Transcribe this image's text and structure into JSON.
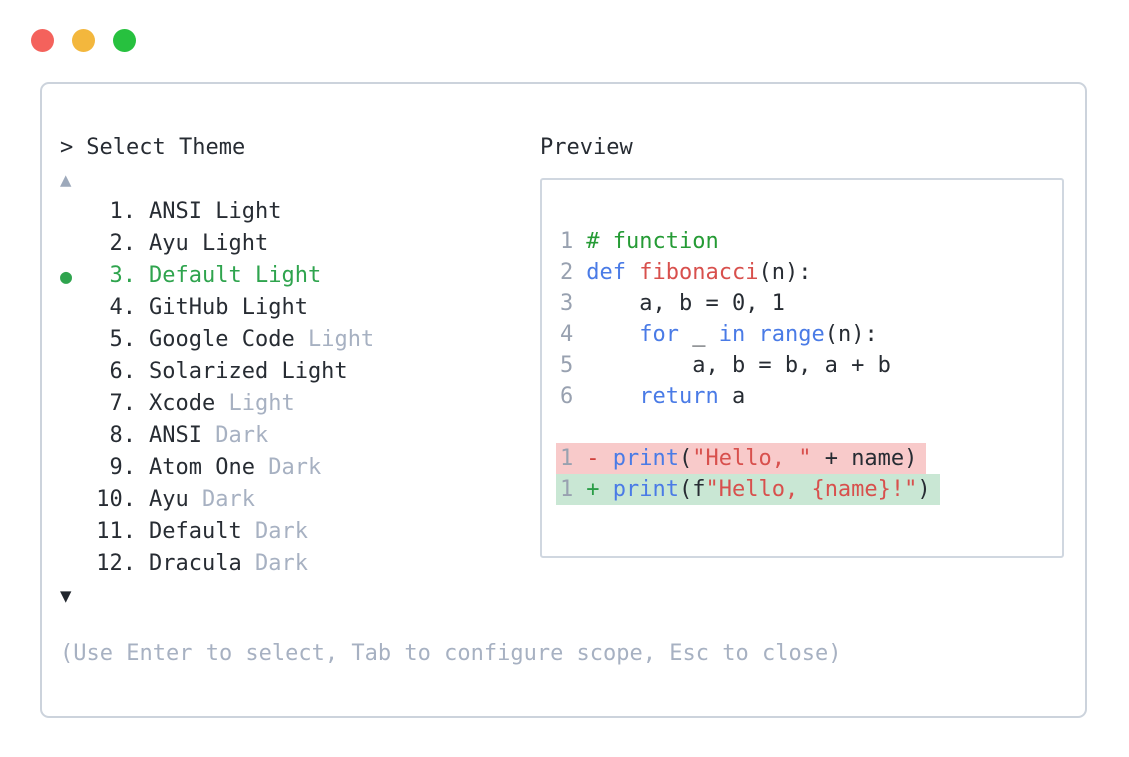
{
  "colors": {
    "background": "#ffffff",
    "text": "#272c33",
    "muted": "#a7b1c2",
    "line_number": "#98a1b0",
    "keyword": "#4a7be6",
    "function_red": "#d8504d",
    "string_red": "#d8504d",
    "comment_green": "#259b35",
    "selected_green": "#2fa44e",
    "diff_del_bg": "#f8caca",
    "diff_add_bg": "#c9e7d4",
    "diff_del_sign": "#d0403c",
    "diff_add_sign": "#2a9d47",
    "panel_border": "#ccd3dc",
    "preview_border": "#d0d7e0",
    "traffic_red": "#f4625c",
    "traffic_yellow": "#f3b73d",
    "traffic_green": "#27c13f",
    "scroll_up_arrow": "#9da9bb",
    "scroll_down_arrow": "#22272e"
  },
  "selector": {
    "prompt": ">",
    "title": "Select Theme",
    "up_arrow": "▲",
    "down_arrow": "▼",
    "selected_marker": "●",
    "hint": "(Use Enter to select, Tab to configure scope, Esc to close)",
    "items": [
      {
        "number": "1.",
        "name": "ANSI Light",
        "muted_suffix": "",
        "selected": false
      },
      {
        "number": "2.",
        "name": "Ayu Light",
        "muted_suffix": "",
        "selected": false
      },
      {
        "number": "3.",
        "name": "Default Light",
        "muted_suffix": "",
        "selected": true
      },
      {
        "number": "4.",
        "name": "GitHub Light",
        "muted_suffix": "",
        "selected": false
      },
      {
        "number": "5.",
        "name": "Google Code",
        "muted_suffix": "Light",
        "selected": false
      },
      {
        "number": "6.",
        "name": "Solarized Light",
        "muted_suffix": "",
        "selected": false
      },
      {
        "number": "7.",
        "name": "Xcode",
        "muted_suffix": "Light",
        "selected": false
      },
      {
        "number": "8.",
        "name": "ANSI",
        "muted_suffix": "Dark",
        "selected": false
      },
      {
        "number": "9.",
        "name": "Atom One",
        "muted_suffix": "Dark",
        "selected": false
      },
      {
        "number": "10.",
        "name": "Ayu",
        "muted_suffix": "Dark",
        "selected": false
      },
      {
        "number": "11.",
        "name": "Default",
        "muted_suffix": "Dark",
        "selected": false
      },
      {
        "number": "12.",
        "name": "Dracula",
        "muted_suffix": "Dark",
        "selected": false
      }
    ]
  },
  "preview": {
    "title": "Preview",
    "code_lines": [
      {
        "num": "1",
        "segments": [
          {
            "t": "# function",
            "c": "comment"
          }
        ]
      },
      {
        "num": "2",
        "segments": [
          {
            "t": "def",
            "c": "kw"
          },
          {
            "t": " "
          },
          {
            "t": "fibonacci",
            "c": "fn"
          },
          {
            "t": "(n):"
          }
        ]
      },
      {
        "num": "3",
        "segments": [
          {
            "t": "    a, b = 0, 1"
          }
        ]
      },
      {
        "num": "4",
        "segments": [
          {
            "t": "    "
          },
          {
            "t": "for",
            "c": "kw"
          },
          {
            "t": " _ "
          },
          {
            "t": "in",
            "c": "kw"
          },
          {
            "t": " "
          },
          {
            "t": "range",
            "c": "kw"
          },
          {
            "t": "(n):"
          }
        ]
      },
      {
        "num": "5",
        "segments": [
          {
            "t": "        a, b = b, a + b"
          }
        ]
      },
      {
        "num": "6",
        "segments": [
          {
            "t": "    "
          },
          {
            "t": "return",
            "c": "kw"
          },
          {
            "t": " a"
          }
        ]
      },
      {
        "blank": true
      },
      {
        "num": "1",
        "diff": "del",
        "segments": [
          {
            "t": "- ",
            "c": "sign-del"
          },
          {
            "t": "print",
            "c": "kw"
          },
          {
            "t": "("
          },
          {
            "t": "\"Hello, \"",
            "c": "str"
          },
          {
            "t": " + name)"
          }
        ]
      },
      {
        "num": "1",
        "diff": "add",
        "segments": [
          {
            "t": "+ ",
            "c": "sign-add"
          },
          {
            "t": "print",
            "c": "kw"
          },
          {
            "t": "(f"
          },
          {
            "t": "\"Hello, {name}!\"",
            "c": "str"
          },
          {
            "t": ")"
          }
        ]
      }
    ]
  }
}
